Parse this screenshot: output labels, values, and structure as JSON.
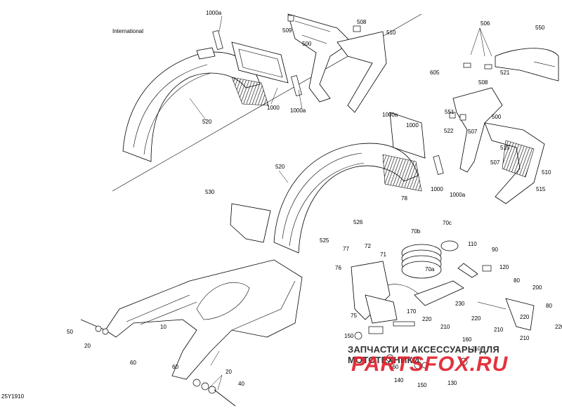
{
  "diagram": {
    "region_label": "International",
    "figure_code": "25Y1910",
    "watermark": {
      "top_text": "ЗАПЧАСТИ И АКСЕССУАРЫ ДЛЯ МОТОТЕХНИКИ",
      "brand_text": "PARTSFOX.RU"
    },
    "callouts": {
      "c1000a_1": "1000a",
      "c1000a_2": "1000a",
      "c1000a_3": "1000a",
      "c1000a_4": "1000a",
      "c1000_1": "1000",
      "c1000_2": "1000",
      "c509": "509",
      "c508_1": "508",
      "c508_2": "508",
      "c510_1": "510",
      "c510_2": "510",
      "c500_1": "500",
      "c500_2": "500",
      "c520_1": "520",
      "c520_2": "520",
      "c506": "506",
      "c550": "550",
      "c605": "605",
      "c521": "521",
      "c551": "551",
      "c522": "522",
      "c507_1": "507",
      "c507_2": "507",
      "c515_1": "515",
      "c515_2": "515",
      "c530": "530",
      "c526": "526",
      "c525": "525",
      "c78": "78",
      "c70b": "70b",
      "c70c": "70c",
      "c70a": "70a",
      "c77": "77",
      "c72": "72",
      "c71": "71",
      "c76": "76",
      "c75": "75",
      "c110": "110",
      "c90": "90",
      "c120": "120",
      "c80_1": "80",
      "c80_2": "80",
      "c200": "200",
      "c230": "230",
      "c220_1": "220",
      "c220_2": "220",
      "c220_3": "220",
      "c210_1": "210",
      "c210_2": "210",
      "c210_3": "210",
      "c210_4": "210",
      "c170": "170",
      "c150": "150",
      "c160_1": "160",
      "c160_2": "160",
      "c140": "140",
      "c150b": "150",
      "c130": "130",
      "c10": "10",
      "c20_1": "20",
      "c20_2": "20",
      "c50": "50",
      "c60_1": "60",
      "c60_2": "60",
      "c40": "40"
    }
  }
}
